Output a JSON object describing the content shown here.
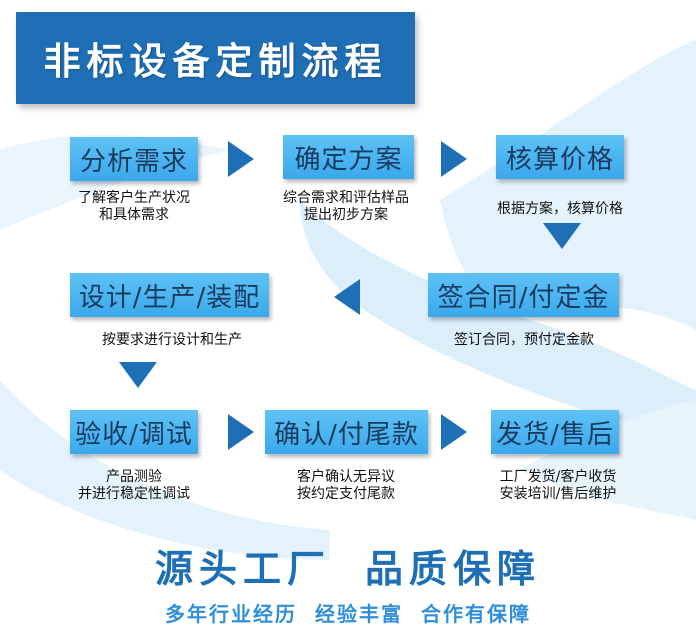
{
  "title": "非标设备定制流程",
  "colors": {
    "primary": "#1f6fb7",
    "box": "#4db6f0",
    "box_text": "#1a3a5e",
    "swoosh": "#dff0fb"
  },
  "steps": [
    {
      "label": "分析需求",
      "desc": [
        "了解客户生产状况",
        "和具体需求"
      ]
    },
    {
      "label": "确定方案",
      "desc": [
        "综合需求和评估样品",
        "提出初步方案"
      ]
    },
    {
      "label": "核算价格",
      "desc": [
        "根据方案，核算价格"
      ]
    },
    {
      "label": "签合同/付定金",
      "desc": [
        "签订合同，预付定金款"
      ]
    },
    {
      "label": "设计/生产/装配",
      "desc": [
        "按要求进行设计和生产"
      ]
    },
    {
      "label": "验收/调试",
      "desc": [
        "产品测验",
        "并进行稳定性调试"
      ]
    },
    {
      "label": "确认/付尾款",
      "desc": [
        "客户确认无异议",
        "按约定支付尾款"
      ]
    },
    {
      "label": "发货/售后",
      "desc": [
        "工厂发货/客户收货",
        "安装培训/售后维护"
      ]
    }
  ],
  "slogan": [
    "源头工厂",
    "品质保障"
  ],
  "tagline": [
    "多年行业经历",
    "经验丰富",
    "合作有保障"
  ]
}
